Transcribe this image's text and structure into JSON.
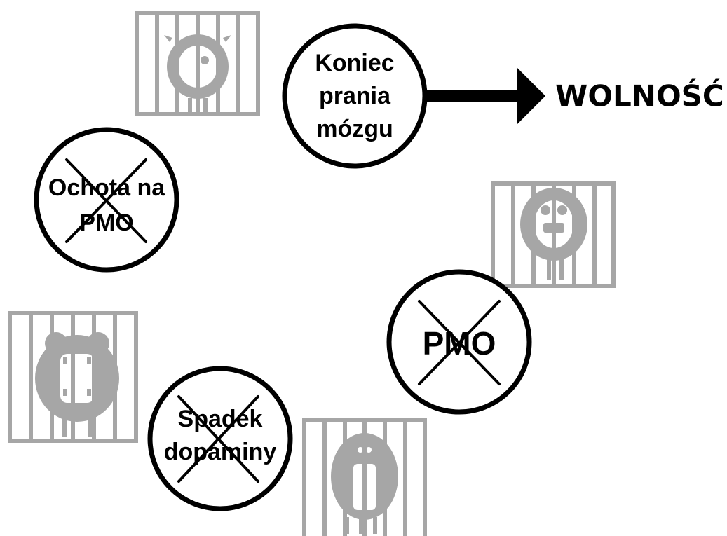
{
  "diagram": {
    "nodes": [
      {
        "id": "koniec",
        "lines": [
          "Koniec",
          "prania",
          "mózgu"
        ],
        "crossed": false
      },
      {
        "id": "ochota",
        "lines": [
          "Ochota na",
          "PMO"
        ],
        "crossed": true
      },
      {
        "id": "pmo",
        "lines": [
          "PMO"
        ],
        "crossed": true
      },
      {
        "id": "spadek",
        "lines": [
          "Spadek",
          "dopaminy"
        ],
        "crossed": true
      }
    ],
    "result": {
      "label": "WOLNOŚĆ"
    },
    "caged_monsters": [
      {
        "id": "monster-cage-1",
        "icon": "caged-monster-icon"
      },
      {
        "id": "monster-cage-2",
        "icon": "caged-monster-icon"
      },
      {
        "id": "monster-cage-3",
        "icon": "caged-monster-icon"
      },
      {
        "id": "monster-cage-4",
        "icon": "caged-monster-icon"
      }
    ],
    "colors": {
      "ink": "#000000",
      "cage_gray": "#a6a6a6",
      "background": "#ffffff"
    }
  }
}
